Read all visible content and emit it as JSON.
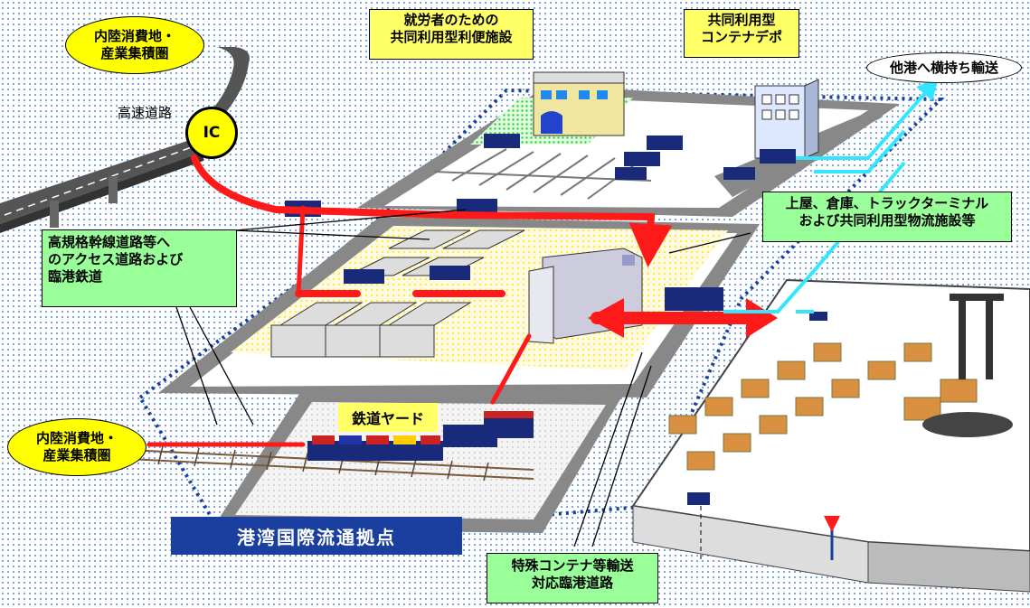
{
  "labels": {
    "inland_top": "内陸消費地・\n産業集積圏",
    "inland_bottom": "内陸消費地・\n産業集積圏",
    "highway": "高速道路",
    "ic": "IC",
    "worker_facility": "就労者のための\n共同利用型利便施設",
    "container_depot": "共同利用型\nコンテナデポ",
    "transship": "他港へ横持ち輸送",
    "warehouse": "上屋、倉庫、トラックターミナル\nおよび共同利用型物流施設等",
    "access_road": "高規格幹線道路等へ\nのアクセス道路および\n臨港鉄道",
    "rail_yard": "鉄道ヤード",
    "hub_title": "港湾国際流通拠点",
    "special_road": "特殊コンテナ等輸送\n対応臨港道路"
  },
  "colors": {
    "route_red": "#ff1a1a",
    "route_cyan": "#33e6ff",
    "title_blue": "#1a3f9e",
    "callout_yellow": "#ffff66",
    "callout_green": "#99ff99",
    "road_gray": "#8a8a8a",
    "truck_navy": "#1a2a7a"
  }
}
